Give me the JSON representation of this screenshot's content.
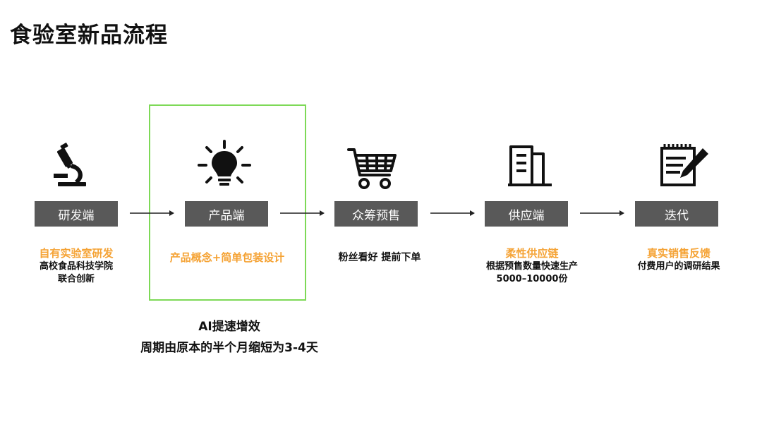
{
  "title": "食验室新品流程",
  "stages": [
    {
      "label": "研发端",
      "highlight": "自有实验室研发",
      "sub_lines": [
        "高校食品科技学院",
        "联合创新"
      ],
      "icon": "microscope-icon"
    },
    {
      "label": "产品端",
      "highlight": "产品概念+简单包装设计",
      "sub_lines": [],
      "icon": "lightbulb-icon"
    },
    {
      "label": "众筹预售",
      "highlight": "",
      "plain": "粉丝看好  提前下单",
      "sub_lines": [],
      "icon": "shopping-cart-icon"
    },
    {
      "label": "供应端",
      "highlight": "柔性供应链",
      "sub_lines": [
        "根据预售数量快速生产",
        "5000–10000份"
      ],
      "icon": "building-icon"
    },
    {
      "label": "迭代",
      "highlight": "真实销售反馈",
      "sub_lines": [
        "付费用户的调研结果"
      ],
      "icon": "notepad-pencil-icon"
    }
  ],
  "note": {
    "line1": "AI提速增效",
    "line2": "周期由原本的半个月缩短为3-4天"
  },
  "colors": {
    "highlight_text": "#f5a335",
    "frame": "#7ed957",
    "stage_box": "#595959"
  }
}
